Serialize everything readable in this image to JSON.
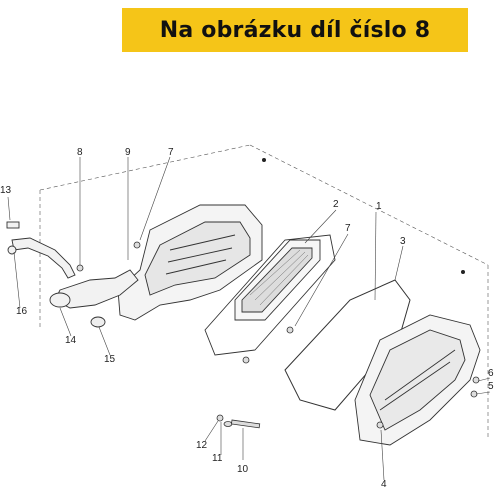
{
  "banner": {
    "text": "Na obrázku díl číslo 8",
    "color": "#f5c518"
  },
  "callouts": [
    "1",
    "2",
    "3",
    "4",
    "5",
    "6",
    "7",
    "7",
    "8",
    "9",
    "10",
    "11",
    "12",
    "13",
    "14",
    "15",
    "16"
  ]
}
